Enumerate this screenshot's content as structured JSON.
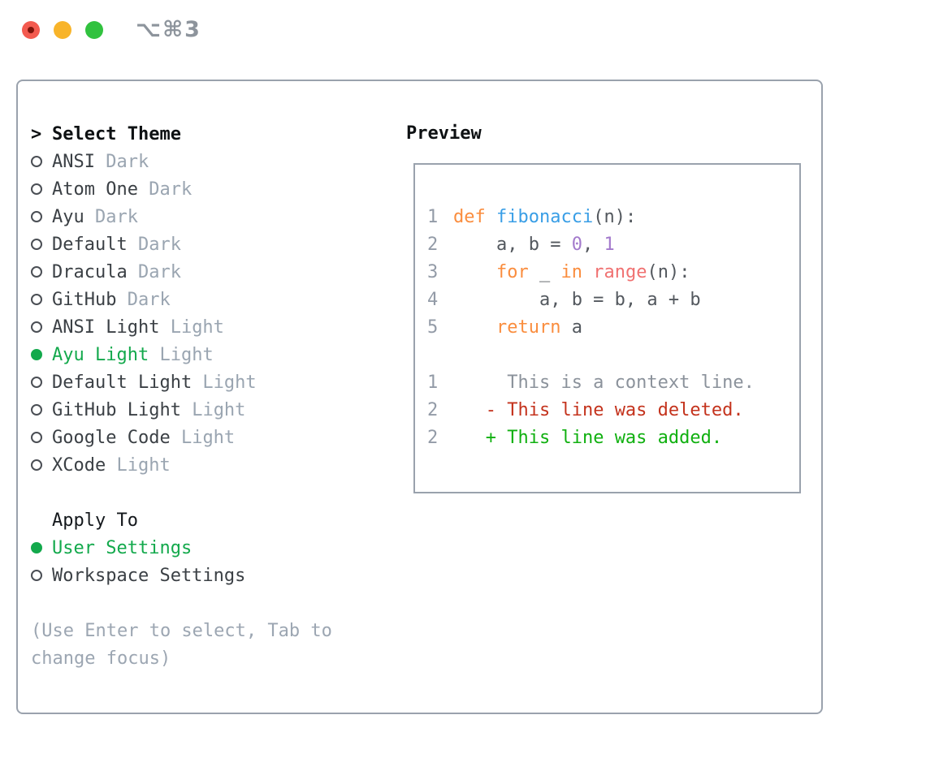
{
  "window": {
    "title": "⌥⌘3",
    "traffic_lights": [
      "close",
      "minimize",
      "zoom"
    ]
  },
  "theme_picker": {
    "cursor": ">",
    "header": "Select Theme",
    "themes": [
      {
        "name": "ANSI",
        "variant": "Dark",
        "selected": false
      },
      {
        "name": "Atom One",
        "variant": "Dark",
        "selected": false
      },
      {
        "name": "Ayu",
        "variant": "Dark",
        "selected": false
      },
      {
        "name": "Default",
        "variant": "Dark",
        "selected": false
      },
      {
        "name": "Dracula",
        "variant": "Dark",
        "selected": false
      },
      {
        "name": "GitHub",
        "variant": "Dark",
        "selected": false
      },
      {
        "name": "ANSI Light",
        "variant": "Light",
        "selected": false
      },
      {
        "name": "Ayu Light",
        "variant": "Light",
        "selected": true
      },
      {
        "name": "Default Light",
        "variant": "Light",
        "selected": false
      },
      {
        "name": "GitHub Light",
        "variant": "Light",
        "selected": false
      },
      {
        "name": "Google Code",
        "variant": "Light",
        "selected": false
      },
      {
        "name": "XCode",
        "variant": "Light",
        "selected": false
      }
    ],
    "apply_to": {
      "label": "Apply To",
      "options": [
        {
          "label": "User Settings",
          "selected": true
        },
        {
          "label": "Workspace Settings",
          "selected": false
        }
      ]
    },
    "help": [
      "(Use Enter to select, Tab to",
      "change focus)"
    ]
  },
  "preview": {
    "label": "Preview",
    "code_lines": [
      {
        "num": "1",
        "segments": [
          {
            "text": "def ",
            "color": "keyword"
          },
          {
            "text": "fibonacci",
            "color": "function"
          },
          {
            "text": "(n):",
            "color": "fg"
          }
        ]
      },
      {
        "num": "2",
        "segments": [
          {
            "text": "    a, b = ",
            "color": "fg"
          },
          {
            "text": "0",
            "color": "number"
          },
          {
            "text": ", ",
            "color": "fg"
          },
          {
            "text": "1",
            "color": "number"
          }
        ]
      },
      {
        "num": "3",
        "segments": [
          {
            "text": "    ",
            "color": "fg"
          },
          {
            "text": "for",
            "color": "keyword"
          },
          {
            "text": " _ ",
            "color": "fg"
          },
          {
            "text": "in",
            "color": "keyword"
          },
          {
            "text": " ",
            "color": "fg"
          },
          {
            "text": "range",
            "color": "call"
          },
          {
            "text": "(n):",
            "color": "fg"
          }
        ]
      },
      {
        "num": "4",
        "segments": [
          {
            "text": "        a, b = b, a + b",
            "color": "fg"
          }
        ]
      },
      {
        "num": "5",
        "segments": [
          {
            "text": "    ",
            "color": "fg"
          },
          {
            "text": "return",
            "color": "keyword"
          },
          {
            "text": " a",
            "color": "fg"
          }
        ]
      }
    ],
    "diff_lines": [
      {
        "num": "1",
        "segments": [
          {
            "text": "     This is a context line.",
            "color": "context"
          }
        ]
      },
      {
        "num": "2",
        "segments": [
          {
            "text": "   ",
            "color": "fg"
          },
          {
            "text": "- This line was deleted.",
            "color": "deleted"
          }
        ]
      },
      {
        "num": "2",
        "segments": [
          {
            "text": "   ",
            "color": "fg"
          },
          {
            "text": "+ This line was added.",
            "color": "added"
          }
        ]
      }
    ]
  },
  "colors": {
    "tl_red": "#f35a4f",
    "tl_red_dot": "#7e130a",
    "tl_yellow": "#f8b42a",
    "tl_green": "#31c23f",
    "title": "#8d949c",
    "border": "#9aa2ad",
    "header": "#0e1113",
    "name": "#3b4045",
    "muted": "#9aa5b1",
    "ring": "#4a4e54",
    "sel": "#13a94c",
    "apply": "#14181c",
    "help": "#9ca6b2",
    "lnum": "#939ba7",
    "fg": "#53585e",
    "keyword": "#fa8d3e",
    "function": "#399ee6",
    "call": "#f07171",
    "number": "#a37acc",
    "context": "#8b929b",
    "deleted": "#c4331d",
    "added": "#10b010"
  }
}
